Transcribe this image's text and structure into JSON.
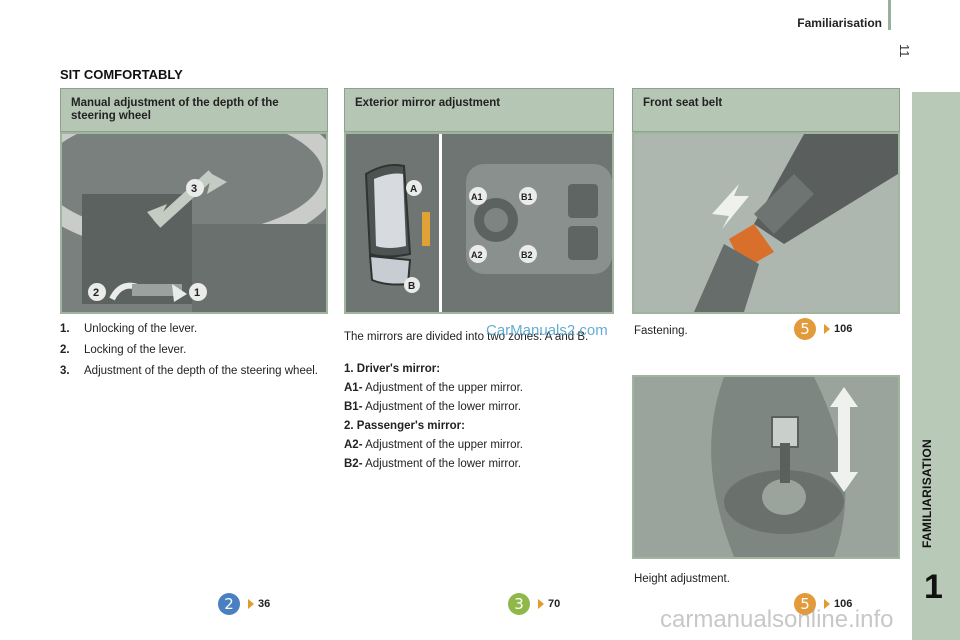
{
  "header": {
    "title": "Familiarisation",
    "page_number": "11"
  },
  "sidebar": {
    "label": "FAMILIARISATION",
    "chapter": "1"
  },
  "section_title": "SIT COMFORTABLY",
  "col1": {
    "heading": "Manual adjustment of the depth of the steering wheel",
    "items": [
      {
        "num": "1.",
        "text": "Unlocking of the lever."
      },
      {
        "num": "2.",
        "text": "Locking of the lever."
      },
      {
        "num": "3.",
        "text": "Adjustment of the depth of the steering wheel."
      }
    ],
    "image_labels": [
      "3",
      "2",
      "1"
    ],
    "ref": {
      "badge": "2",
      "page": "36",
      "badge_color": "#4a7fc1"
    }
  },
  "col2": {
    "heading": "Exterior mirror adjustment",
    "intro": "The mirrors are divided into two zones: A and B.",
    "driver_title": "1. Driver's mirror:",
    "driver_a1_key": "A1-",
    "driver_a1": "Adjustment of the upper mirror.",
    "driver_b1_key": "B1-",
    "driver_b1": "Adjustment of the lower mirror.",
    "passenger_title": "2. Passenger's mirror:",
    "passenger_a2_key": "A2-",
    "passenger_a2": "Adjustment of the upper mirror.",
    "passenger_b2_key": "B2-",
    "passenger_b2": "Adjustment of the lower mirror.",
    "image_labels": [
      "A",
      "B",
      "A1",
      "B1",
      "A2",
      "B2"
    ],
    "watermark": "CarManuals2.com",
    "ref": {
      "badge": "3",
      "page": "70",
      "badge_color": "#8eb84a"
    }
  },
  "col3": {
    "heading": "Front seat belt",
    "fastening": "Fastening.",
    "height": "Height adjustment.",
    "ref1": {
      "badge": "5",
      "page": "106",
      "badge_color": "#e39a3a"
    },
    "ref2": {
      "badge": "5",
      "page": "106",
      "badge_color": "#e39a3a"
    }
  },
  "footer_watermark": "carmanualsonline.info"
}
